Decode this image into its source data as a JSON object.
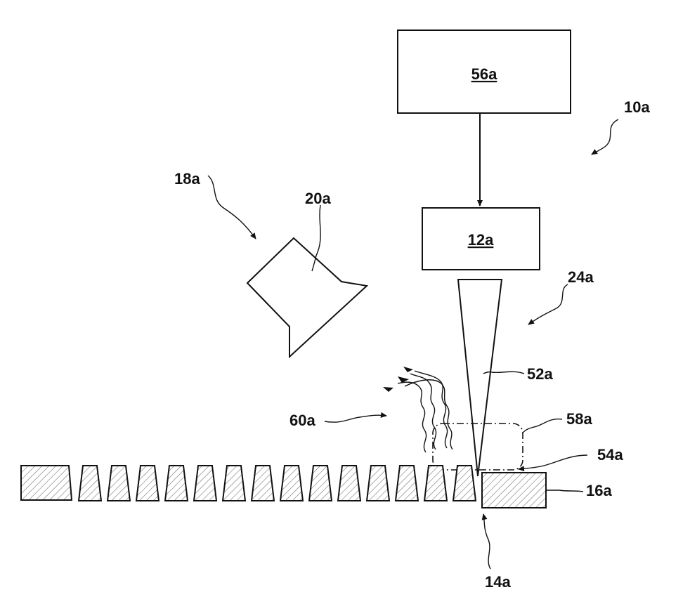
{
  "diagram": {
    "labels": {
      "box_top": "56a",
      "box_mid": "12a",
      "ref_10": "10a",
      "ref_18": "18a",
      "ref_20": "20a",
      "ref_24": "24a",
      "ref_52": "52a",
      "ref_58": "58a",
      "ref_54": "54a",
      "ref_60": "60a",
      "ref_16": "16a",
      "ref_14": "14a"
    },
    "colors": {
      "line": "#111111",
      "hatch": "#777777",
      "background": "#ffffff"
    },
    "strip_segment_count": 15
  }
}
